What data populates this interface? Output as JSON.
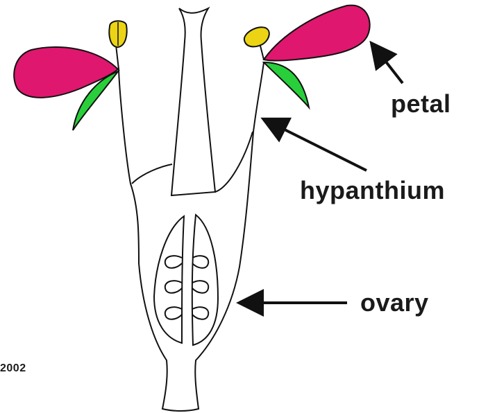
{
  "labels": {
    "petal": "petal",
    "hypanthium": "hypanthium",
    "ovary": "ovary",
    "year": "2002"
  },
  "colors": {
    "petal": "#e0176e",
    "sepal": "#29cf3b",
    "anther": "#ecd414",
    "outline": "#111111",
    "arrow": "#111111"
  }
}
